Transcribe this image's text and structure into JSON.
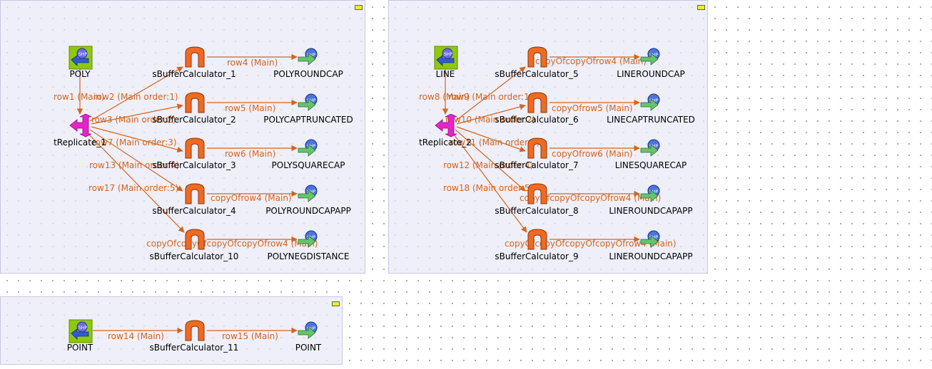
{
  "subjobs": [
    {
      "components": {
        "poly": {
          "label": "POLY",
          "icon": "shapefile-input-icon"
        },
        "replicate": {
          "label": "tReplicate_1",
          "icon": "replicate-icon"
        },
        "calc1": {
          "label": "sBufferCalculator_1",
          "icon": "buffer-calculator-icon"
        },
        "calc2": {
          "label": "sBufferCalculator_2",
          "icon": "buffer-calculator-icon"
        },
        "calc3": {
          "label": "sBufferCalculator_3",
          "icon": "buffer-calculator-icon"
        },
        "calc4": {
          "label": "sBufferCalculator_4",
          "icon": "buffer-calculator-icon"
        },
        "calc10": {
          "label": "sBufferCalculator_10",
          "icon": "buffer-calculator-icon"
        },
        "out1": {
          "label": "POLYROUNDCAP",
          "icon": "shapefile-output-icon"
        },
        "out2": {
          "label": "POLYCAPTRUNCATED",
          "icon": "shapefile-output-icon"
        },
        "out3": {
          "label": "POLYSQUARECAP",
          "icon": "shapefile-output-icon"
        },
        "out4": {
          "label": "POLYROUNDCAPAPP",
          "icon": "shapefile-output-icon"
        },
        "out5": {
          "label": "POLYNEGDISTANCE",
          "icon": "shapefile-output-icon"
        }
      },
      "links": {
        "row1": "row1 (Main)",
        "row2": "row2 (Main order:1)",
        "row3": "row3 (Main order:2)",
        "row7": "row7 (Main order:3)",
        "row13": "row13 (Main order:4)",
        "row17": "row17 (Main order:5)",
        "row4": "row4 (Main)",
        "row5": "row5 (Main)",
        "row6": "row6 (Main)",
        "copyrow4": "copyOfrow4 (Main)",
        "deepcopy": "copyOfcopyOfcopyOfcopyOfrow4 (Main)"
      }
    },
    {
      "components": {
        "line": {
          "label": "LINE",
          "icon": "shapefile-input-icon"
        },
        "replicate": {
          "label": "tReplicate_2",
          "icon": "replicate-icon"
        },
        "calc5": {
          "label": "sBufferCalculator_5",
          "icon": "buffer-calculator-icon"
        },
        "calc6": {
          "label": "sBufferCalculator_6",
          "icon": "buffer-calculator-icon"
        },
        "calc7": {
          "label": "sBufferCalculator_7",
          "icon": "buffer-calculator-icon"
        },
        "calc8": {
          "label": "sBufferCalculator_8",
          "icon": "buffer-calculator-icon"
        },
        "calc9": {
          "label": "sBufferCalculator_9",
          "icon": "buffer-calculator-icon"
        },
        "out1": {
          "label": "LINEROUNDCAP",
          "icon": "shapefile-output-icon"
        },
        "out2": {
          "label": "LINECAPTRUNCATED",
          "icon": "shapefile-output-icon"
        },
        "out3": {
          "label": "LINESQUARECAP",
          "icon": "shapefile-output-icon"
        },
        "out4": {
          "label": "LINEROUNDCAPAPP",
          "icon": "shapefile-output-icon"
        },
        "out5": {
          "label": "LINEROUNDCAPAPP",
          "icon": "shapefile-output-icon"
        }
      },
      "links": {
        "row8": "row8 (Main)",
        "row9": "row9 (Main order:1)",
        "row10": "row10 (Main order:2)",
        "row11": "row11 (Main order:3)",
        "row12": "row12 (Main order:4)",
        "row18": "row18 (Main order:5)",
        "c1": "copyOfcopyOfrow4 (Main)",
        "c2": "copyOfrow5 (Main)",
        "c3": "copyOfrow6 (Main)",
        "c4": "copyOfcopyOfcopyOfrow4 (Main)",
        "c5": "copyOfcopyOfcopyOfcopyOfrow4 (Main)"
      }
    },
    {
      "components": {
        "point_in": {
          "label": "POINT",
          "icon": "shapefile-input-icon"
        },
        "calc11": {
          "label": "sBufferCalculator_11",
          "icon": "buffer-calculator-icon"
        },
        "point_out": {
          "label": "POINT",
          "icon": "shapefile-output-icon"
        }
      },
      "links": {
        "row14": "row14 (Main)",
        "row15": "row15 (Main)"
      }
    }
  ],
  "colors": {
    "connection": "#d4651a",
    "subjob_background": "#e9e9f8",
    "subjob_border": "#c8c8de",
    "collapse_button": "#e6ec3c"
  }
}
